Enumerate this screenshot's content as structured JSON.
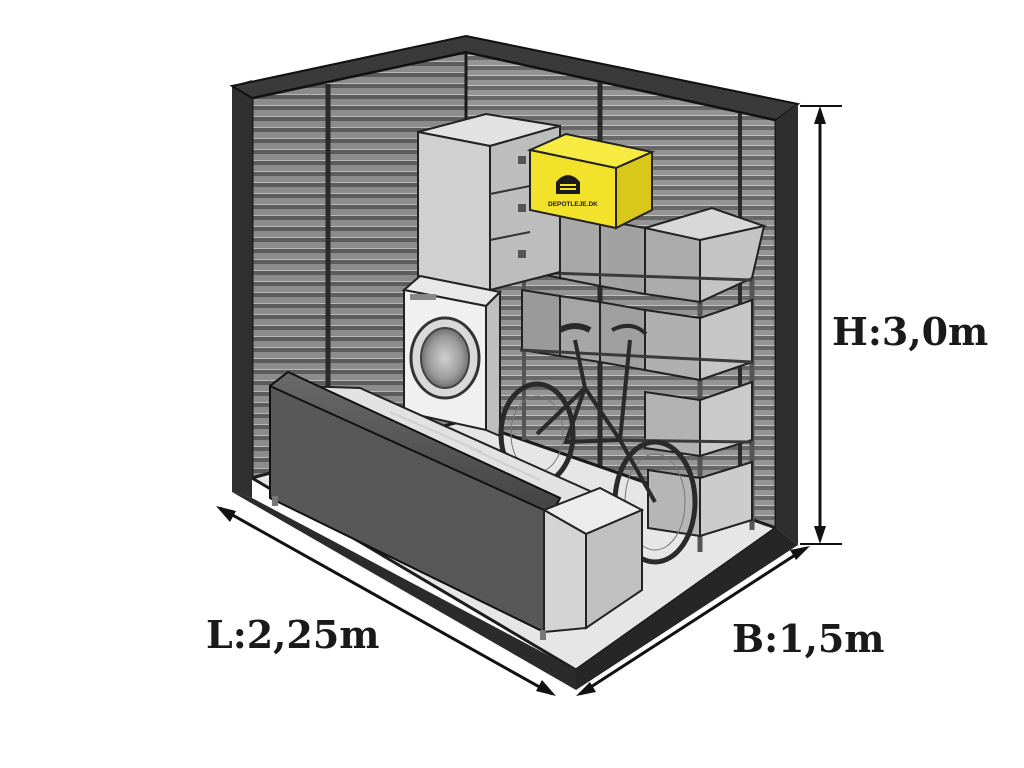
{
  "dimensions": {
    "height_label": "H:3,0m",
    "length_label": "L:2,25m",
    "width_label": "B:1,5m"
  },
  "box_logo_text": "DEPOTLEJE.DK",
  "colors": {
    "wall_dark": "#2f2f2f",
    "slat_light": "#8a8a8a",
    "slat_dark": "#5e5e5e",
    "floor": "#e4e4e4",
    "sofa": "#575757",
    "box_yellow": "#f3e22a",
    "appliance": "#ececec"
  }
}
